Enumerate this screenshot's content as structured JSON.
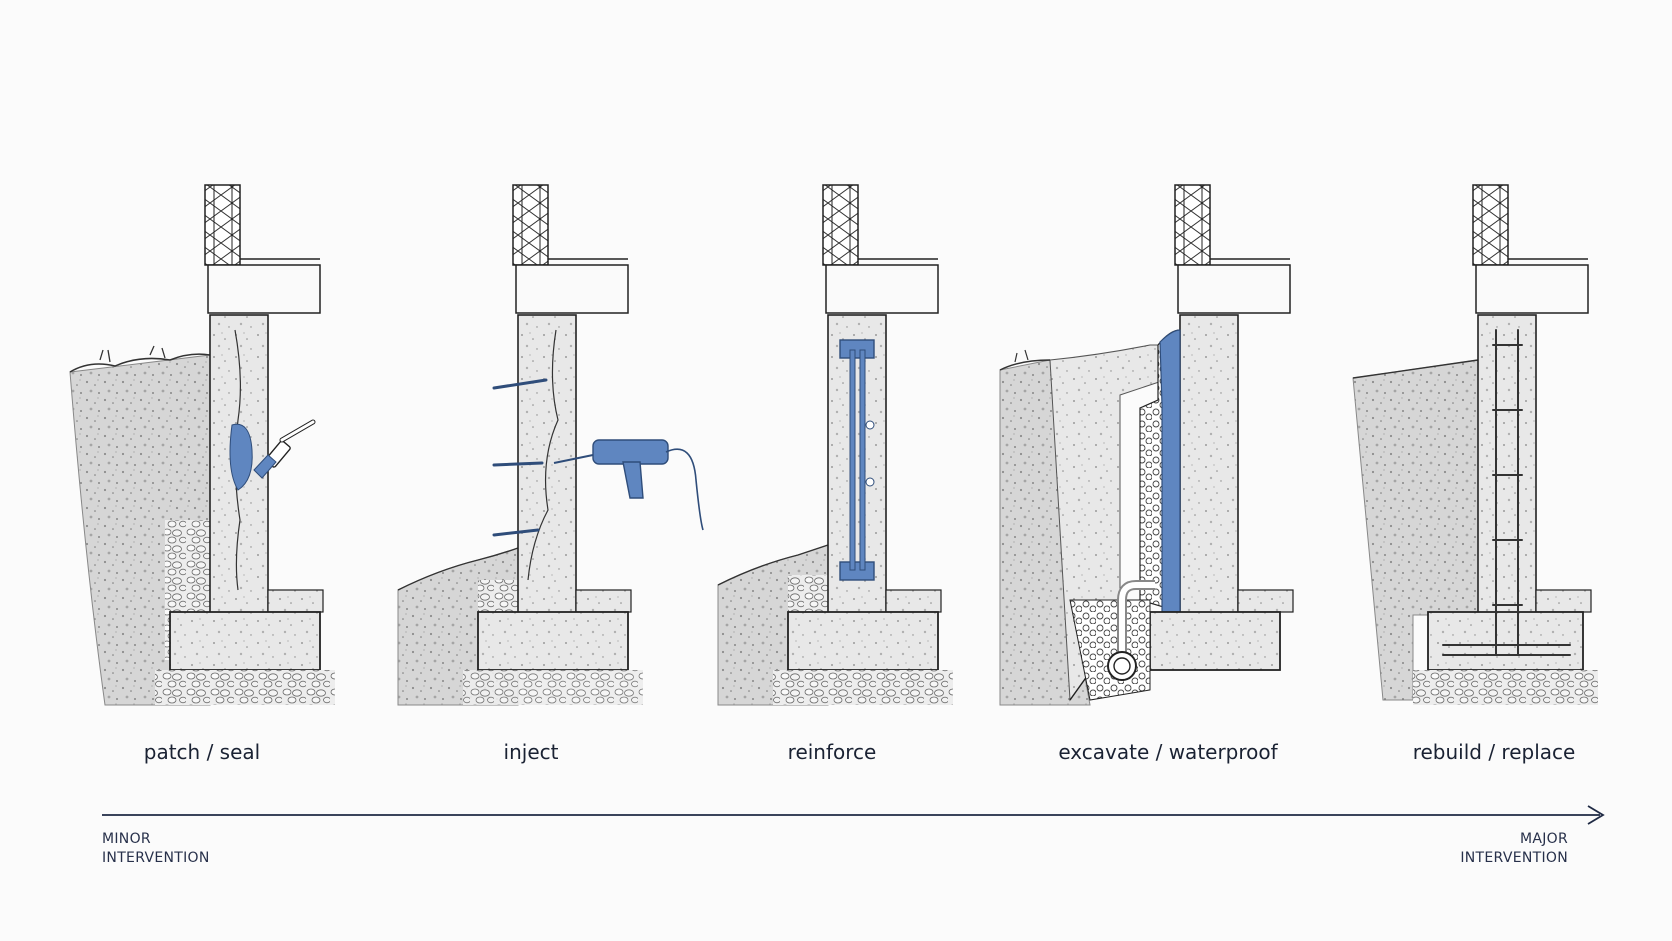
{
  "stages": [
    {
      "label": "patch / seal",
      "icon": "paint-brush-icon"
    },
    {
      "label": "inject",
      "icon": "injection-gun-icon"
    },
    {
      "label": "reinforce",
      "icon": "steel-brace-icon"
    },
    {
      "label": "excavate / waterproof",
      "icon": "drain-pipe-icon"
    },
    {
      "label": "rebuild / replace",
      "icon": "rebar-cage-icon"
    }
  ],
  "scale": {
    "start": {
      "line1": "MINOR",
      "line2": "INTERVENTION"
    },
    "end": {
      "line1": "MAJOR",
      "line2": "INTERVENTION"
    }
  },
  "colors": {
    "accent": "#5f86c0",
    "accent_dark": "#2f4d7a",
    "line": "#1f2a44",
    "concrete": "#eeeeee",
    "soil": "#d9d9d9"
  }
}
